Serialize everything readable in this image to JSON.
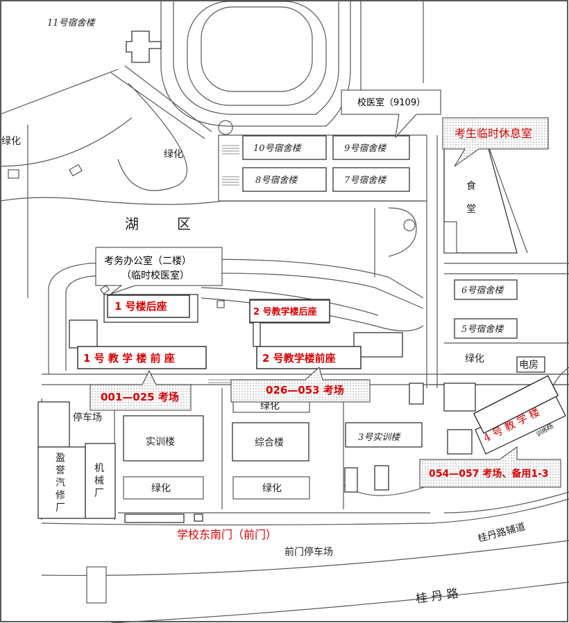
{
  "labels": {
    "dorm11": "11号宿舍楼",
    "greening_nw_edge": "绿化",
    "greening_top": "绿化",
    "dorm10": "10号宿舍楼",
    "dorm9": "9号宿舍楼",
    "dorm8": "8号宿舍楼",
    "dorm7": "7号宿舍楼",
    "canteen_1": "食",
    "canteen_2": "堂",
    "lake_1": "湖",
    "lake_2": "区",
    "dorm6": "6号宿舍楼",
    "dorm5": "5号宿舍楼",
    "greening_right": "绿化",
    "power_room": "电房",
    "training_bld": "实训楼",
    "complex_bld": "综合楼",
    "greening_mid": "绿化",
    "training3": "3号实训楼",
    "greening_bottom_left": "绿化",
    "greening_bottom_mid": "绿化",
    "parking": "停车场",
    "auto_repair_1": "盈",
    "auto_repair_2": "誉",
    "auto_repair_3": "汽",
    "auto_repair_4": "修",
    "auto_repair_5": "厂",
    "machine_1": "机",
    "machine_2": "械",
    "machine_3": "厂",
    "front_parking": "前门停车场",
    "guidan_aux": "桂丹路辅道",
    "guidan_road": "桂 丹 路",
    "training_field": "训练场"
  },
  "callouts": {
    "clinic": "校医室（9109）",
    "rest_room": "考生临时休息室",
    "exam_office_1": "考务办公室（二楼）",
    "exam_office_2": "（临时校医室）",
    "room_001": "001—025 考场",
    "room_026": "026—053 考场",
    "room_054": "054—057 考场、备用1-3"
  },
  "buildings": {
    "b1_rear": "1 号楼后座",
    "b2_rear": "2 号教学楼后座",
    "b1_front": "1 号 教 学 楼 前 座",
    "b2_front": "2 号教学楼前座",
    "b4": "4 号 教 学 楼"
  },
  "gate": "学校东南门（前门）"
}
